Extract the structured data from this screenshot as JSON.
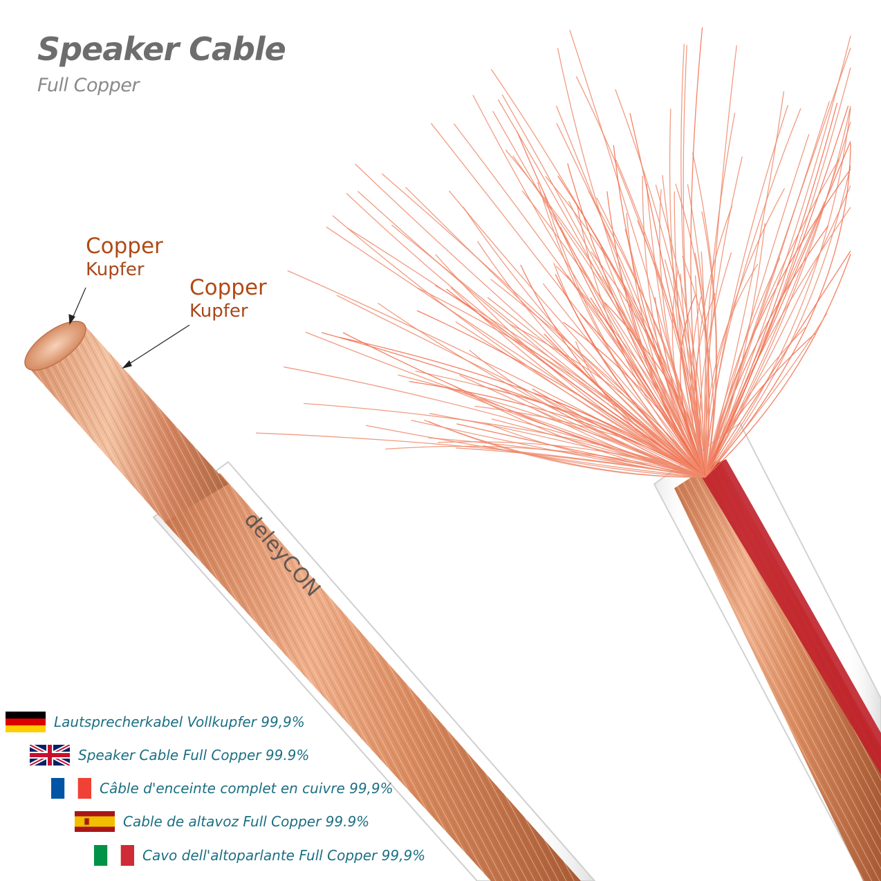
{
  "header": {
    "title": "Speaker Cable",
    "subtitle": "Full Copper"
  },
  "callouts": [
    {
      "en": "Copper",
      "de": "Kupfer"
    },
    {
      "en": "Copper",
      "de": "Kupfer"
    }
  ],
  "cable": {
    "brand_print": "deleyCON"
  },
  "languages": [
    {
      "flag": "germany-flag",
      "text": "Lautsprecherkabel Vollkupfer 99,9%"
    },
    {
      "flag": "uk-flag",
      "text": "Speaker Cable Full Copper 99.9%"
    },
    {
      "flag": "france-flag",
      "text": "Câble d'enceinte complet en cuivre 99,9%"
    },
    {
      "flag": "spain-flag",
      "text": "Cable de altavoz Full Copper 99.9%"
    },
    {
      "flag": "italy-flag",
      "text": "Cavo dell'altoparlante Full Copper 99,9%"
    }
  ],
  "colors": {
    "copper": "#d98a5e",
    "copper_dark": "#a85a34",
    "strand": "#ee8a6c",
    "red_core": "#c0202a",
    "label_brown": "#b04a14",
    "text_teal": "#1b6f82",
    "title_gray": "#6d6d6d"
  }
}
